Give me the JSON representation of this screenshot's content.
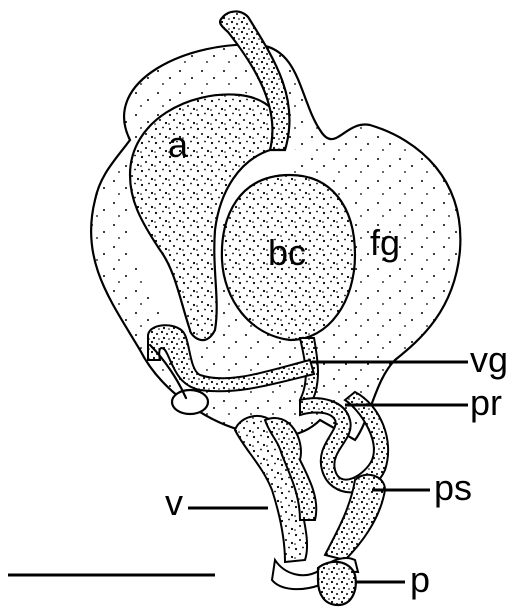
{
  "labels": {
    "a": "a",
    "bc": "bc",
    "fg": "fg",
    "vg": "vg",
    "pr": "pr",
    "ps": "ps",
    "v": "v",
    "p": "p"
  },
  "colors": {
    "ink": "#000000",
    "paper": "#ffffff"
  }
}
